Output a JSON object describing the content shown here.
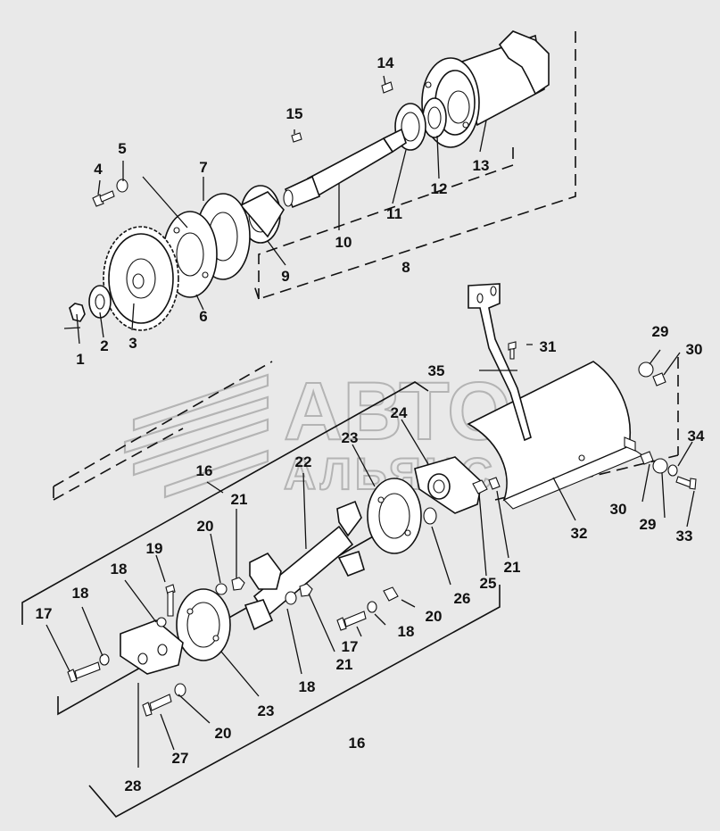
{
  "watermark": {
    "line1": "АВТО",
    "line2": "АЛЬЯНС"
  },
  "callouts": {
    "c1": "1",
    "c2": "2",
    "c3": "3",
    "c4": "4",
    "c5": "5",
    "c6": "6",
    "c7": "7",
    "c8": "8",
    "c9": "9",
    "c10": "10",
    "c11": "11",
    "c12": "12",
    "c13": "13",
    "c14": "14",
    "c15": "15",
    "c16a": "16",
    "c16b": "16",
    "c17a": "17",
    "c17b": "17",
    "c18a": "18",
    "c18b": "18",
    "c18c": "18",
    "c18d": "18",
    "c19": "19",
    "c20a": "20",
    "c20b": "20",
    "c20c": "20",
    "c21a": "21",
    "c21b": "21",
    "c21c": "21",
    "c22": "22",
    "c23a": "23",
    "c23b": "23",
    "c24": "24",
    "c25": "25",
    "c26": "26",
    "c27": "27",
    "c28": "28",
    "c29a": "29",
    "c29b": "29",
    "c30a": "30",
    "c30b": "30",
    "c31": "31",
    "c32": "32",
    "c33": "33",
    "c34": "34",
    "c35": "35"
  },
  "colors": {
    "background": "#e9e9e9",
    "line": "#111111",
    "watermark": "#b4b4b4"
  }
}
